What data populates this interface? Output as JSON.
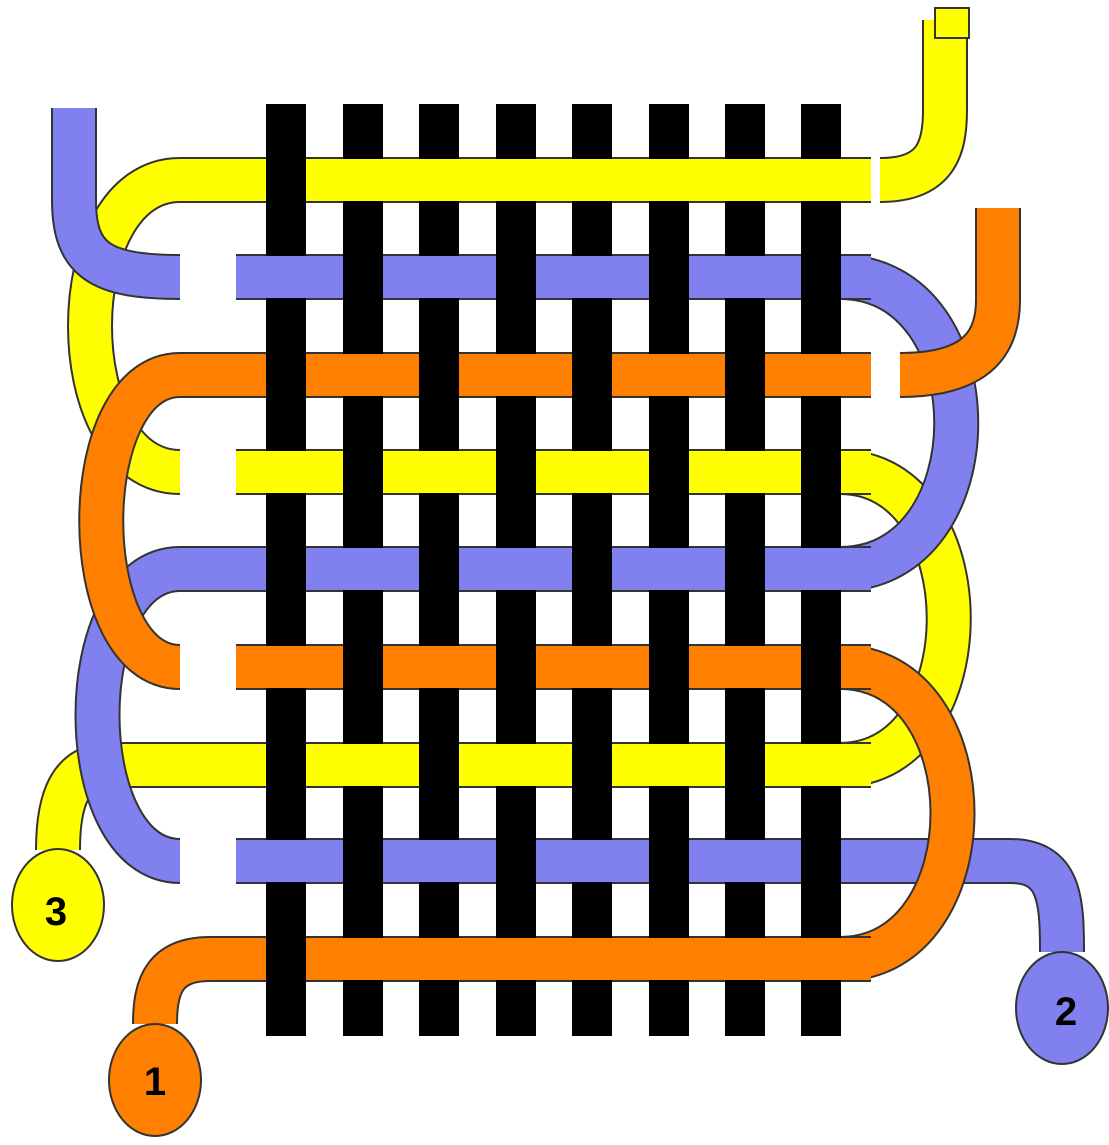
{
  "colors": {
    "background": "#ffffff",
    "warp": "#000000",
    "yellow": "#ffff00",
    "blue": "#8080ee",
    "orange": "#ff8000",
    "label_text": "#000000"
  },
  "warp_count": 8,
  "weft_rows": [
    {
      "strand": "yellow",
      "over_warps": [
        1,
        2,
        3,
        4,
        5,
        6,
        7
      ]
    },
    {
      "strand": "blue",
      "over_warps": [
        0,
        2,
        4,
        6
      ]
    },
    {
      "strand": "orange",
      "over_warps": [
        1,
        3,
        5,
        7
      ]
    },
    {
      "strand": "yellow",
      "over_warps": [
        0,
        2,
        4,
        6
      ]
    },
    {
      "strand": "blue",
      "over_warps": [
        1,
        3,
        5,
        7
      ]
    },
    {
      "strand": "orange",
      "over_warps": [
        0,
        2,
        4,
        6
      ]
    },
    {
      "strand": "yellow",
      "over_warps": [
        1,
        3,
        5,
        7
      ]
    },
    {
      "strand": "blue",
      "over_warps": [
        0,
        2,
        4,
        6
      ]
    },
    {
      "strand": "orange",
      "over_warps": [
        1,
        2,
        3,
        4,
        5,
        6,
        7
      ]
    }
  ],
  "labels": [
    {
      "strand": "orange",
      "text": "1"
    },
    {
      "strand": "blue",
      "text": "2"
    },
    {
      "strand": "yellow",
      "text": "3"
    }
  ]
}
